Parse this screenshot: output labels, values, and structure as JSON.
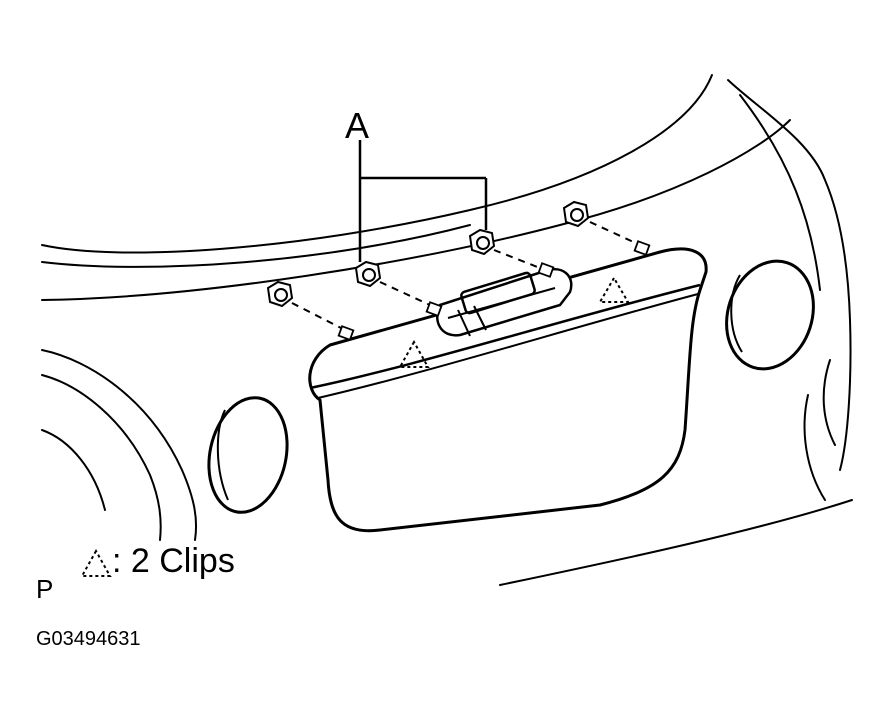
{
  "figure": {
    "callout_label": "A",
    "legend": {
      "symbol": "triangle-dashed-icon",
      "text": ": 2 Clips"
    },
    "view_code": "P",
    "figure_id": "G03494631"
  },
  "colors": {
    "ink": "#000000",
    "paper": "#ffffff"
  }
}
